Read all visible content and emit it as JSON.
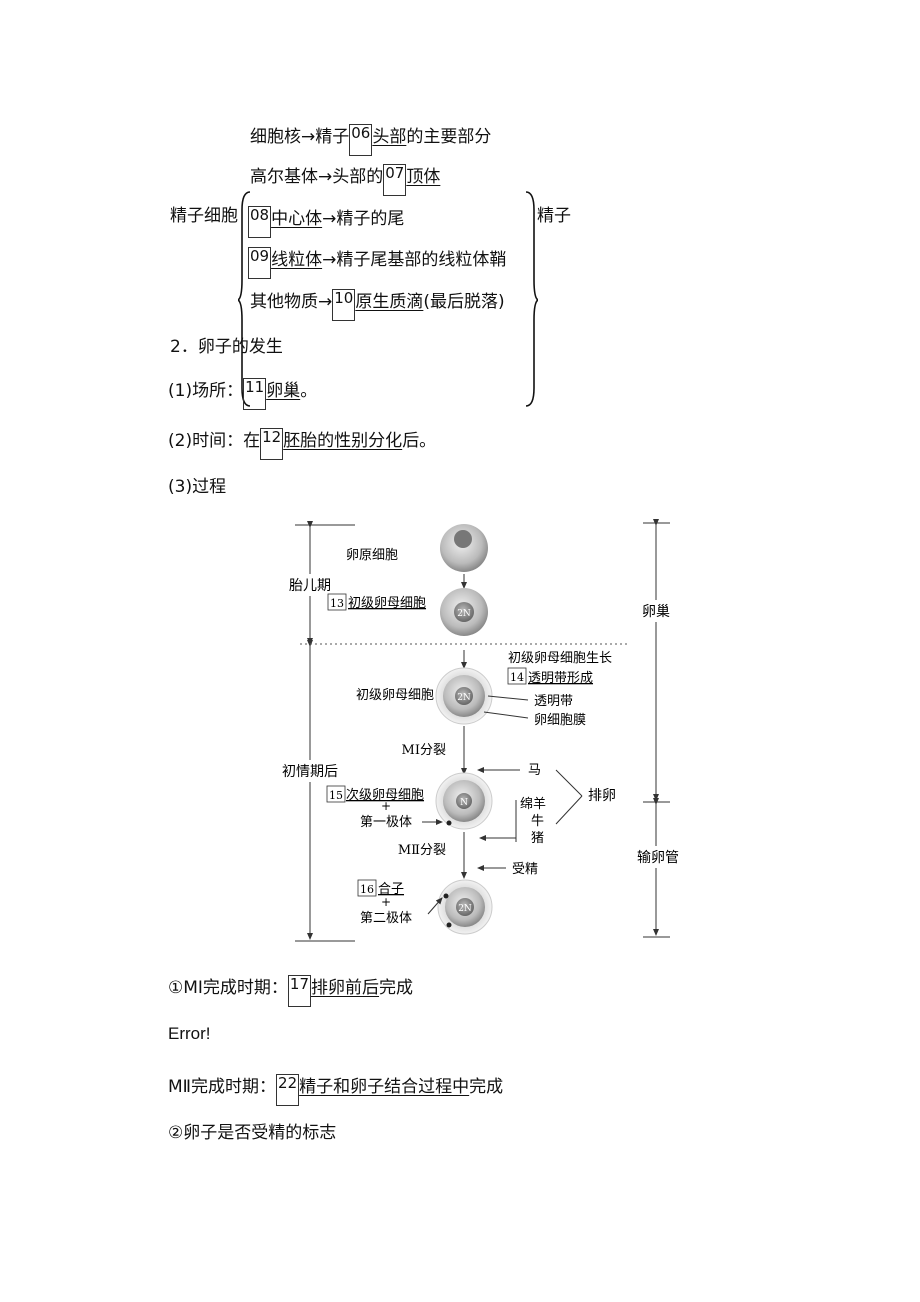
{
  "sperm": {
    "left_label": "精子细胞",
    "right_label": "精子",
    "rows": [
      {
        "pre": "细胞核→精子",
        "num": "06",
        "answer": "头部",
        "post": "的主要部分"
      },
      {
        "pre": "高尔基体→头部的",
        "num": "07",
        "answer": "顶体",
        "post": ""
      },
      {
        "pre": "",
        "num": "08",
        "answer": "中心体",
        "post": "→精子的尾"
      },
      {
        "pre": "",
        "num": "09",
        "answer": "线粒体",
        "post": "→精子尾基部的线粒体鞘"
      },
      {
        "pre": "其他物质→",
        "num": "10",
        "answer": "原生质滴",
        "post": "(最后脱落)"
      }
    ]
  },
  "egg": {
    "heading": "2．卵子的发生",
    "place": {
      "pre": "(1)场所：",
      "num": "11",
      "answer": "卵巢",
      "post": "。"
    },
    "time": {
      "pre": "(2)时间：在",
      "num": "12",
      "answer": "胚胎的性别分化",
      "post": "后。"
    },
    "process": "(3)过程"
  },
  "diagram": {
    "left_fetal": "胎儿期",
    "left_puberty": "初情期后",
    "right_ovary": "卵巢",
    "right_oviduct": "输卵管",
    "oogonium": "卵原细胞",
    "primary_num": "13",
    "primary": "初级卵母细胞",
    "primary2": "初级卵母细胞",
    "growth": "初级卵母细胞生长",
    "zona_num": "14",
    "zona": "透明带形成",
    "zona_label": "透明带",
    "membrane_label": "卵细胞膜",
    "m1": "MⅠ分裂",
    "horse": "马",
    "ovulation": "排卵",
    "secondary_num": "15",
    "secondary": "次级卵母细胞",
    "plus": "+",
    "first_polar": "第一极体",
    "sheep_goat": "绵羊",
    "cattle": "牛",
    "pig": "猪",
    "m2": "MⅡ分裂",
    "fert": "受精",
    "zygote_num": "16",
    "zygote": "合子",
    "second_polar": "第二极体",
    "nucleus_2n": "2N",
    "nucleus_n": "N"
  },
  "after": {
    "m1_done": {
      "pre": "①MⅠ完成时期：",
      "num": "17",
      "answer": "排卵前后",
      "post": "完成"
    },
    "error": "Error!",
    "m2_done": {
      "pre": "MⅡ完成时期：",
      "num": "22",
      "answer": "精子和卵子结合过程中",
      "post": "完成"
    },
    "sign": "②卵子是否受精的标志"
  }
}
